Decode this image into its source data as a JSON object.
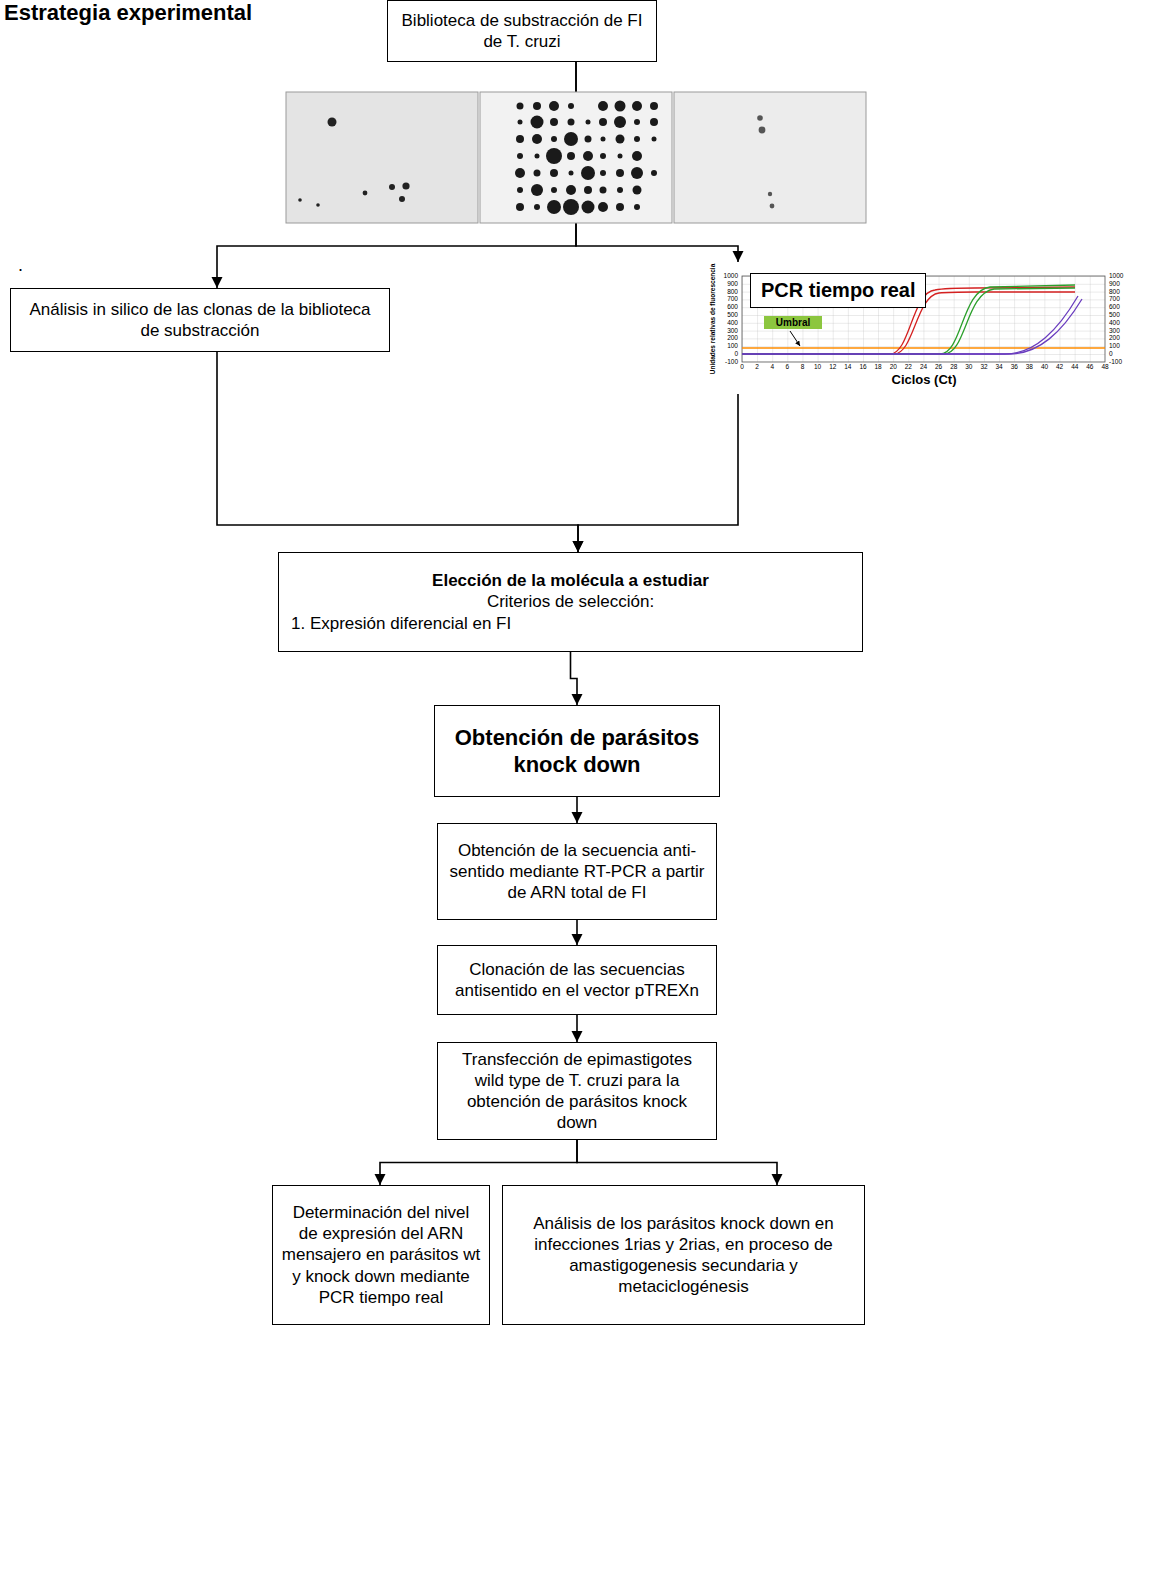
{
  "diagram": {
    "title": "Estrategia experimental",
    "nodes": [
      {
        "text": [
          "Biblioteca de substracción de FI de T. cruzi"
        ]
      },
      {
        "text": [
          "Análisis in silico de las clonas de la biblioteca de substracción"
        ]
      },
      {
        "text": [
          "PCR tiempo real"
        ]
      },
      {
        "text": [
          "Elección de la molécula a estudiar",
          "Criterios de selección:",
          "1. Expresión diferencial en FI"
        ]
      },
      {
        "text": [
          "Obtención de parásitos knock down"
        ]
      },
      {
        "text": [
          "Obtención de la secuencia anti-sentido mediante RT-PCR a partir de ARN total de FI"
        ]
      },
      {
        "text": [
          "Clonación de las secuencias antisentido en el vector pTREXn"
        ]
      },
      {
        "text": [
          "Transfección de epimastigotes wild type de T. cruzi para la obtención de parásitos knock down"
        ]
      },
      {
        "text": [
          "Determinación del nivel de expresión del ARN mensajero en parásitos wt y knock down mediante PCR tiempo real"
        ]
      },
      {
        "text": [
          "Análisis de los parásitos knock down en infecciones 1rias y 2rias, en proceso de amastigogenesis secundaria y metaciclogénesis"
        ]
      }
    ],
    "edges": [
      {
        "from": 0,
        "to": 1,
        "arrow": "to"
      },
      {
        "from": 0,
        "to": 2,
        "arrow": "to"
      },
      {
        "from": 1,
        "to": 3,
        "arrow": "to"
      },
      {
        "from": 2,
        "to": 3,
        "arrow": "to"
      },
      {
        "from": 3,
        "to": 4,
        "arrow": "to"
      },
      {
        "from": 4,
        "to": 5,
        "arrow": "to"
      },
      {
        "from": 5,
        "to": 6,
        "arrow": "to"
      },
      {
        "from": 6,
        "to": 7,
        "arrow": "to"
      },
      {
        "from": 7,
        "to": 8,
        "arrow": "to"
      },
      {
        "from": 7,
        "to": 9,
        "arrow": "to"
      }
    ],
    "labels": [
      ".",
      "Umbral",
      "Unidades relativas de fluorescencia",
      "Ciclos (Ct)",
      "1000",
      "900",
      "800",
      "700",
      "600",
      "500",
      "400",
      "300",
      "200",
      "100",
      "0",
      "-100",
      "1000",
      "900",
      "800",
      "700",
      "600",
      "500",
      "400",
      "300",
      "200",
      "100",
      "0",
      "-100",
      "0",
      "2",
      "4",
      "6",
      "8",
      "10",
      "12",
      "14",
      "16",
      "18",
      "20",
      "22",
      "24",
      "26",
      "28",
      "30",
      "32",
      "34",
      "36",
      "38",
      "40",
      "42",
      "44",
      "46",
      "48"
    ]
  }
}
